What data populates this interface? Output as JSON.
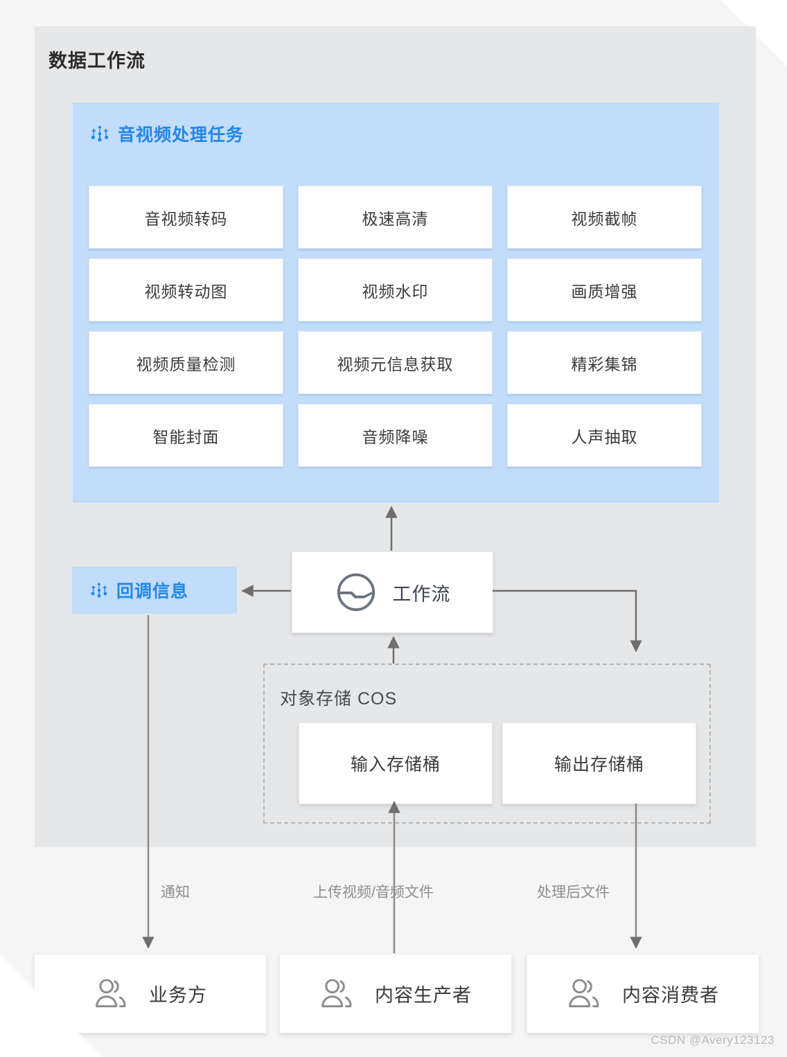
{
  "page": {
    "title": "数据工作流",
    "watermark": "CSDN @Avery123123"
  },
  "task_panel": {
    "icon": "nodes-network-icon",
    "title": "音视频处理任务",
    "cards": [
      {
        "label": "音视频转码"
      },
      {
        "label": "极速高清"
      },
      {
        "label": "视频截帧"
      },
      {
        "label": "视频转动图"
      },
      {
        "label": "视频水印"
      },
      {
        "label": "画质增强"
      },
      {
        "label": "视频质量检测"
      },
      {
        "label": "视频元信息获取"
      },
      {
        "label": "精彩集锦"
      },
      {
        "label": "智能封面"
      },
      {
        "label": "音频降噪"
      },
      {
        "label": "人声抽取"
      }
    ]
  },
  "callback": {
    "icon": "nodes-network-icon",
    "label": "回调信息"
  },
  "workflow": {
    "icon": "workflow-circle-icon",
    "label": "工作流"
  },
  "cos": {
    "title": "对象存储 COS",
    "buckets": [
      {
        "label": "输入存储桶"
      },
      {
        "label": "输出存储桶"
      }
    ]
  },
  "actors": [
    {
      "icon": "users-icon",
      "label": "业务方"
    },
    {
      "icon": "users-icon",
      "label": "内容生产者"
    },
    {
      "icon": "users-icon",
      "label": "内容消费者"
    }
  ],
  "edges": [
    {
      "label": "通知"
    },
    {
      "label": "上传视频/音频文件"
    },
    {
      "label": "处理后文件"
    }
  ],
  "colors": {
    "page_bg": "#f5f5f5",
    "panel_bg": "#e6e7e8",
    "accent_blue": "#2387e8",
    "blue_panel_bg": "#c2dcfb",
    "card_bg": "#ffffff",
    "text_dark": "#3a3a3a",
    "connector": "#6e6e6e",
    "dashed_border": "#b4b4b4"
  }
}
